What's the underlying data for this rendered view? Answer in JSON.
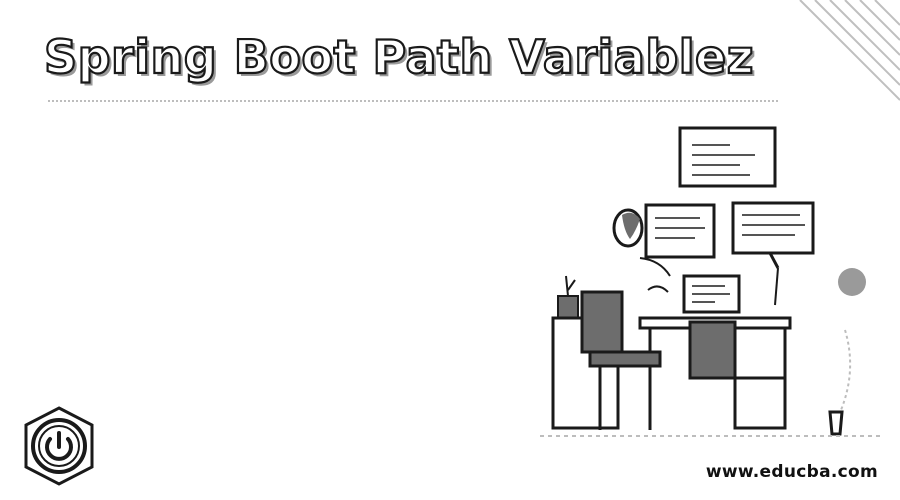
{
  "banner": {
    "title": "Spring Boot Path Variablez",
    "watermark": "www.educba.com"
  },
  "logo": {
    "icon": "spring-boot-power-icon",
    "color": "#1a1a1a"
  },
  "illustration": {
    "scene": "developer-at-desk",
    "colors": {
      "ink": "#1a1a1a",
      "fill": "#6d6d6d",
      "accent": "#b5b5b5"
    }
  }
}
